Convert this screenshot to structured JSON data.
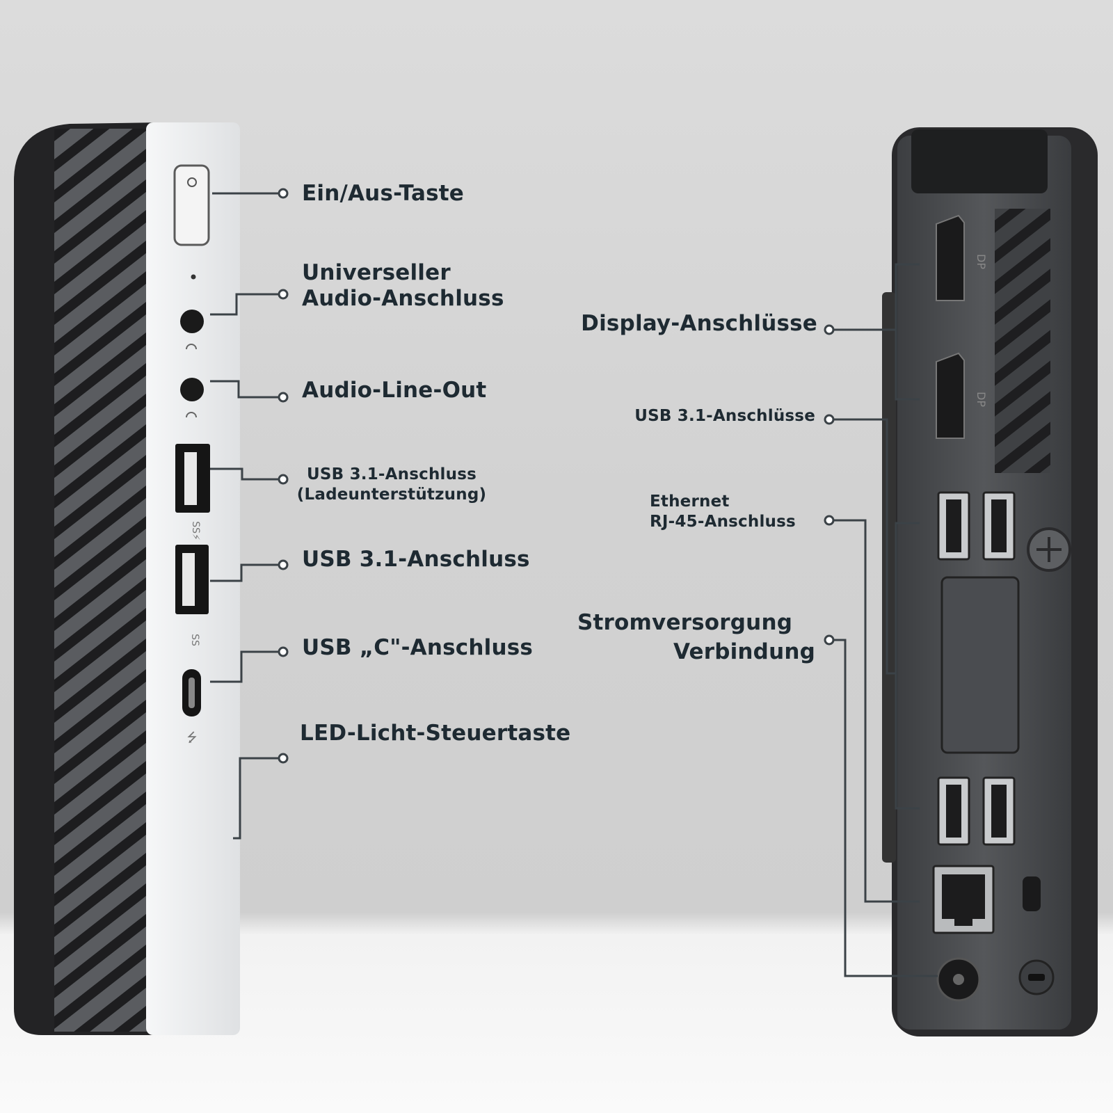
{
  "labels": {
    "power_button": "Ein/Aus-Taste",
    "universal_audio": [
      "Universeller",
      "Audio-Anschluss"
    ],
    "audio_line_out": "Audio-Line-Out",
    "usb_charging": [
      "USB 3.1-Anschluss",
      "(Ladeunterstützung)"
    ],
    "usb_port": "USB 3.1-Anschluss",
    "usb_c": "USB „C\"-Anschluss",
    "led_button": "LED-Licht-Steuertaste",
    "display_ports": "Display-Anschlüsse",
    "usb_ports_rear": "USB 3.1-Anschlüsse",
    "ethernet": [
      "Ethernet",
      "RJ-45-Anschluss"
    ],
    "power_supply": [
      "Stromversorgung",
      "Verbindung"
    ]
  },
  "colors": {
    "text": "#1e2a32",
    "leader_line": "#3b4247",
    "case_dark": "#2b2b2d",
    "front_panel": "#eceef0",
    "rear_panel": "#4a4c4f"
  }
}
